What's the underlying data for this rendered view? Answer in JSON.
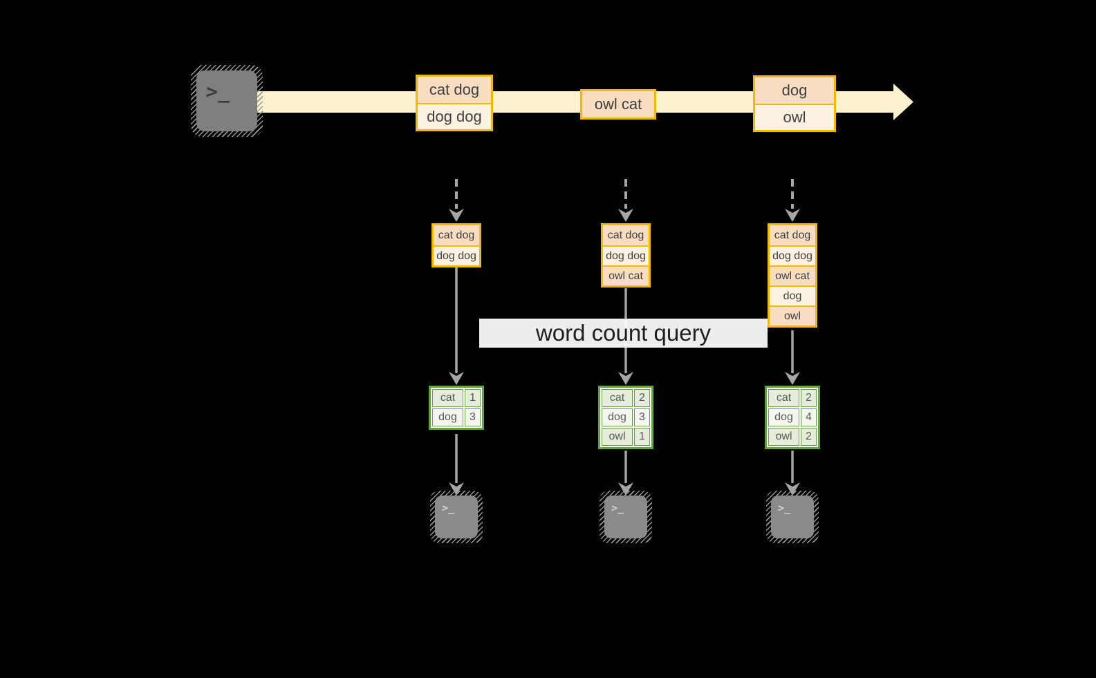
{
  "query": {
    "label": "word count query"
  },
  "terminal": {
    "prompt": ">_"
  },
  "stream": {
    "batches": [
      {
        "lines": [
          "cat dog",
          "dog dog"
        ]
      },
      {
        "lines": [
          "owl cat"
        ]
      },
      {
        "lines": [
          "dog",
          "owl"
        ]
      }
    ]
  },
  "columns": [
    {
      "stack": [
        "cat dog",
        "dog dog"
      ],
      "counts": [
        {
          "word": "cat",
          "count": "1"
        },
        {
          "word": "dog",
          "count": "3"
        }
      ]
    },
    {
      "stack": [
        "cat dog",
        "dog dog",
        "owl cat"
      ],
      "counts": [
        {
          "word": "cat",
          "count": "2"
        },
        {
          "word": "dog",
          "count": "3"
        },
        {
          "word": "owl",
          "count": "1"
        }
      ]
    },
    {
      "stack": [
        "cat dog",
        "dog dog",
        "owl cat",
        "dog",
        "owl"
      ],
      "counts": [
        {
          "word": "cat",
          "count": "2"
        },
        {
          "word": "dog",
          "count": "4"
        },
        {
          "word": "owl",
          "count": "2"
        }
      ]
    }
  ],
  "colors": {
    "background": "#000000",
    "stream_arrow": "#fcf2cf",
    "box_border": "#f5b800",
    "box_fill_dark": "#f9ddc1",
    "box_fill_light": "#fdf2e2",
    "table_border": "#61a53c",
    "table_fill_dark": "#e4ecda",
    "table_fill_light": "#f2f6ee",
    "arrow_gray": "#a6a6a6",
    "terminal_gray": "#7f7f7f"
  }
}
